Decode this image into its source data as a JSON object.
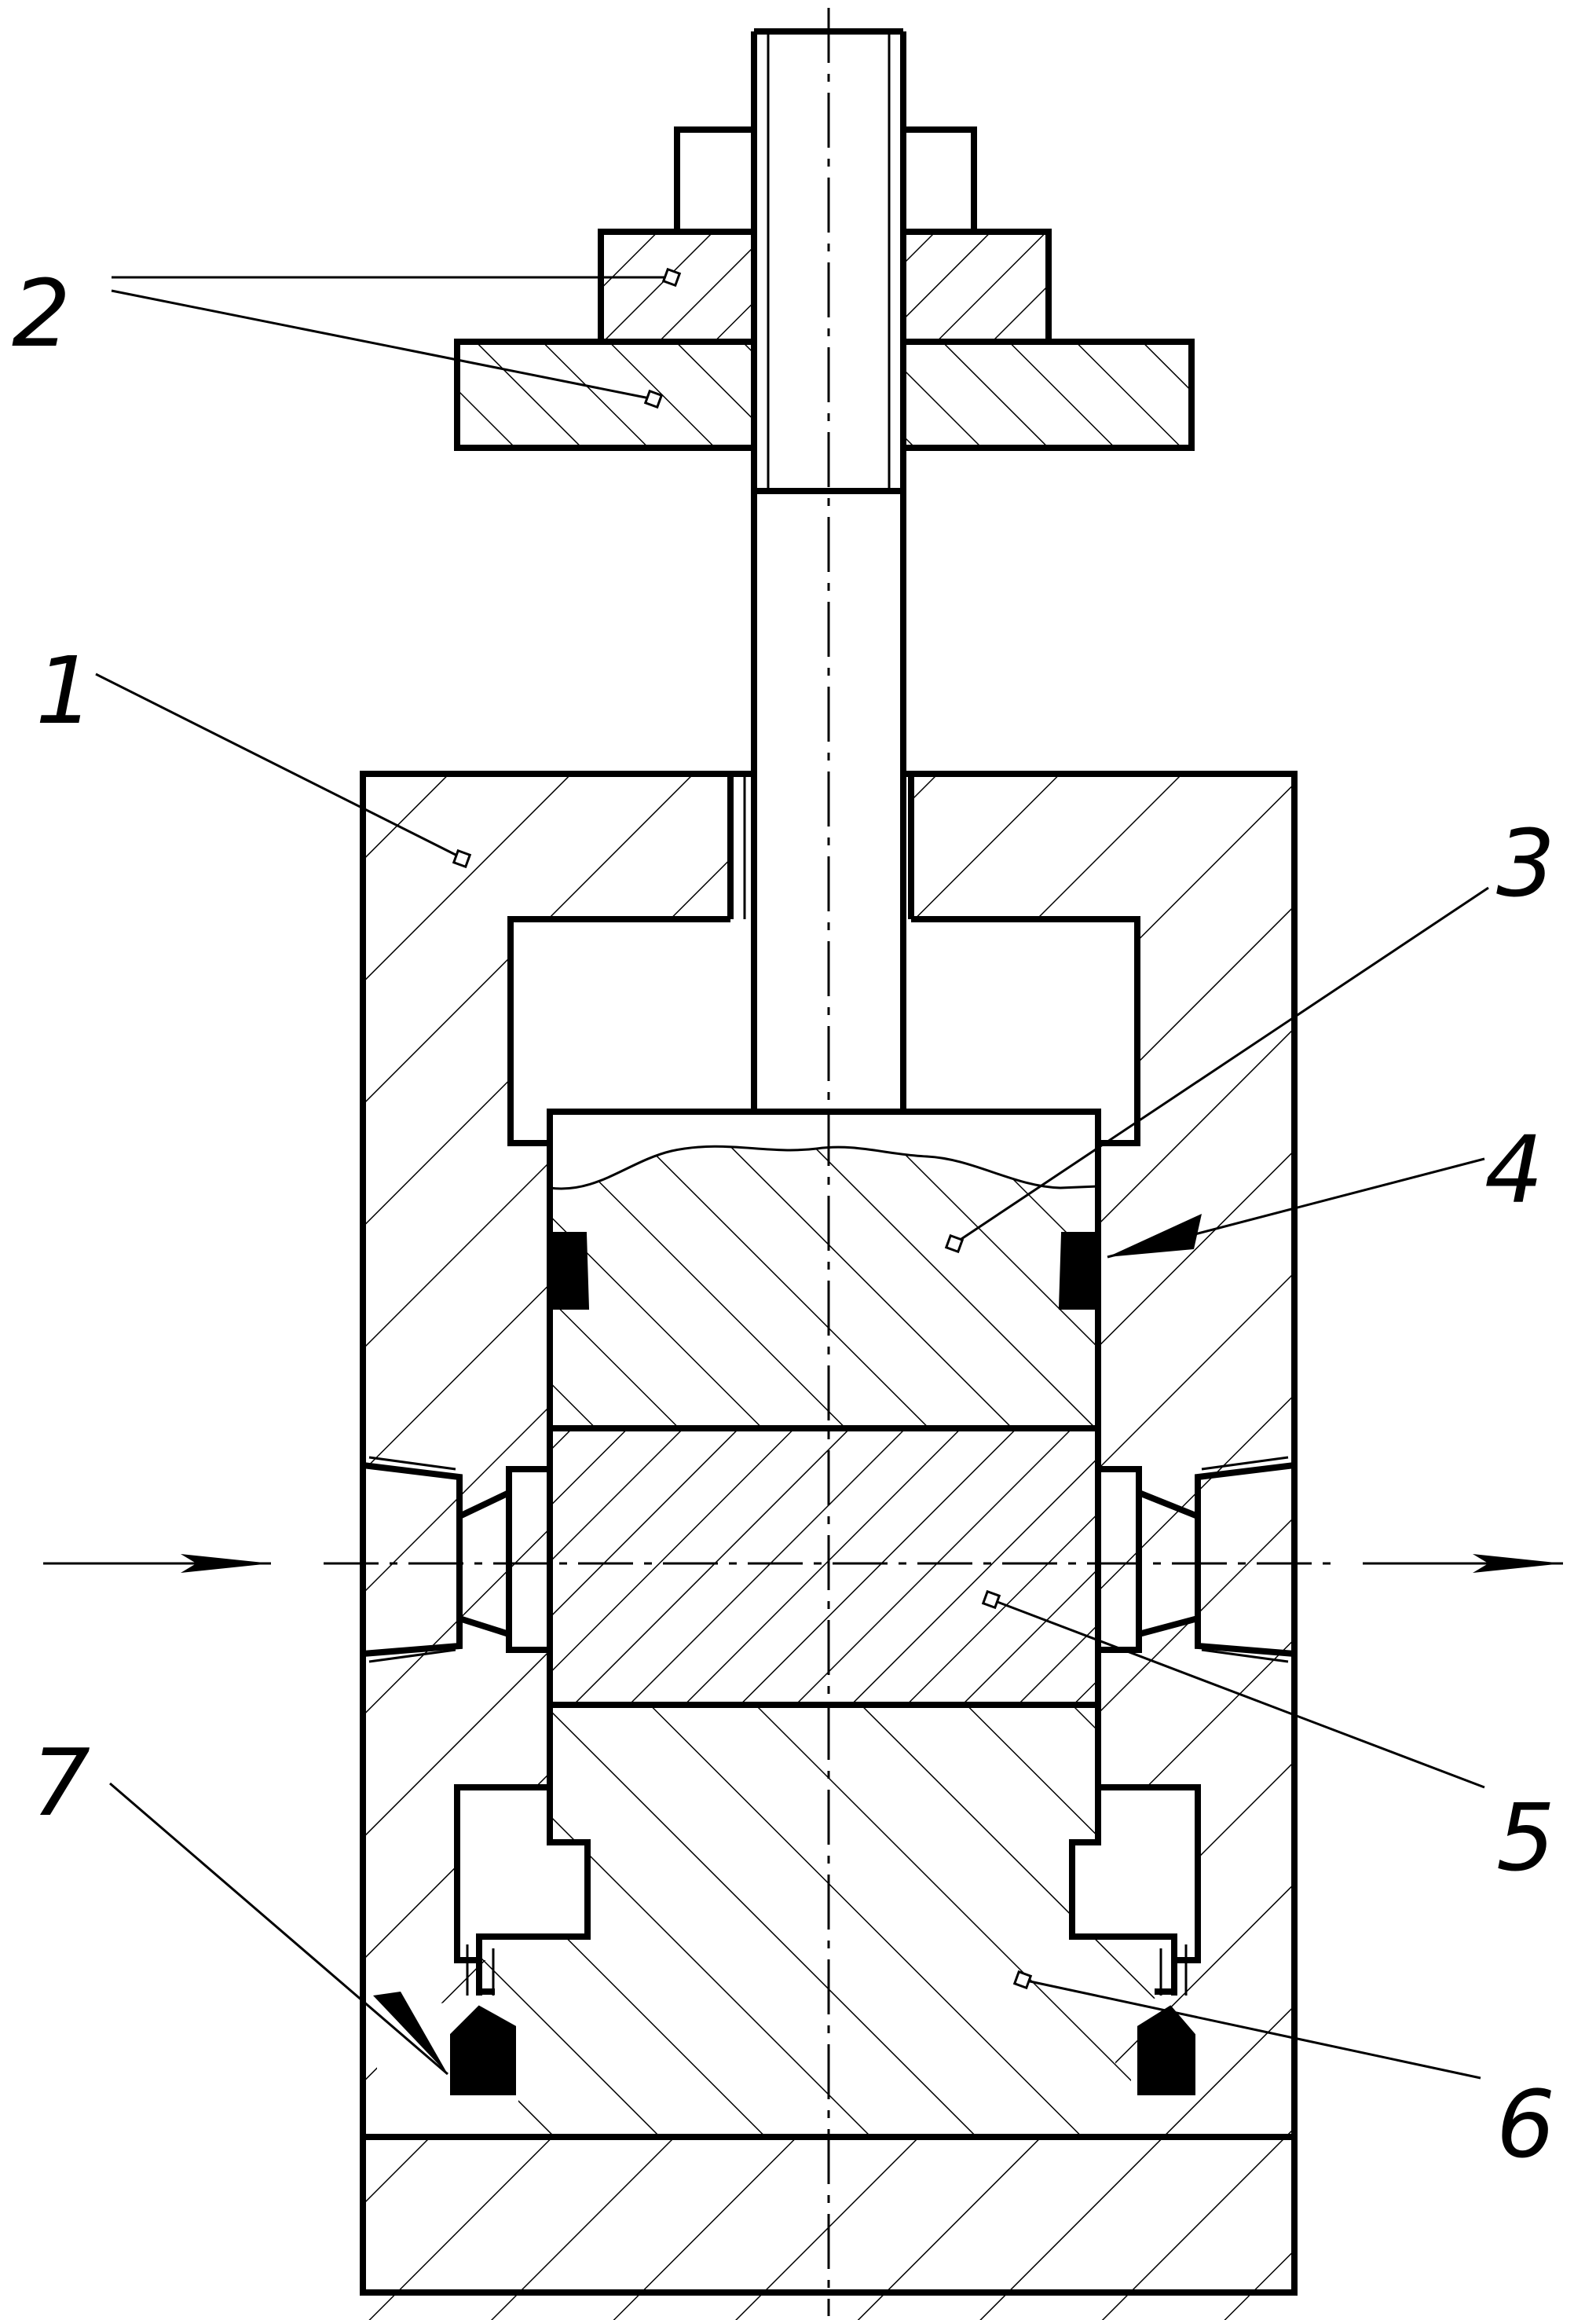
{
  "labels": {
    "body": "1",
    "nut_washer": "2",
    "upper_plunger": "3",
    "upper_seal": "4",
    "sample": "5",
    "lower_plunger": "6",
    "lower_seal": "7"
  },
  "colors": {
    "line": "#000000",
    "background": "#ffffff"
  }
}
